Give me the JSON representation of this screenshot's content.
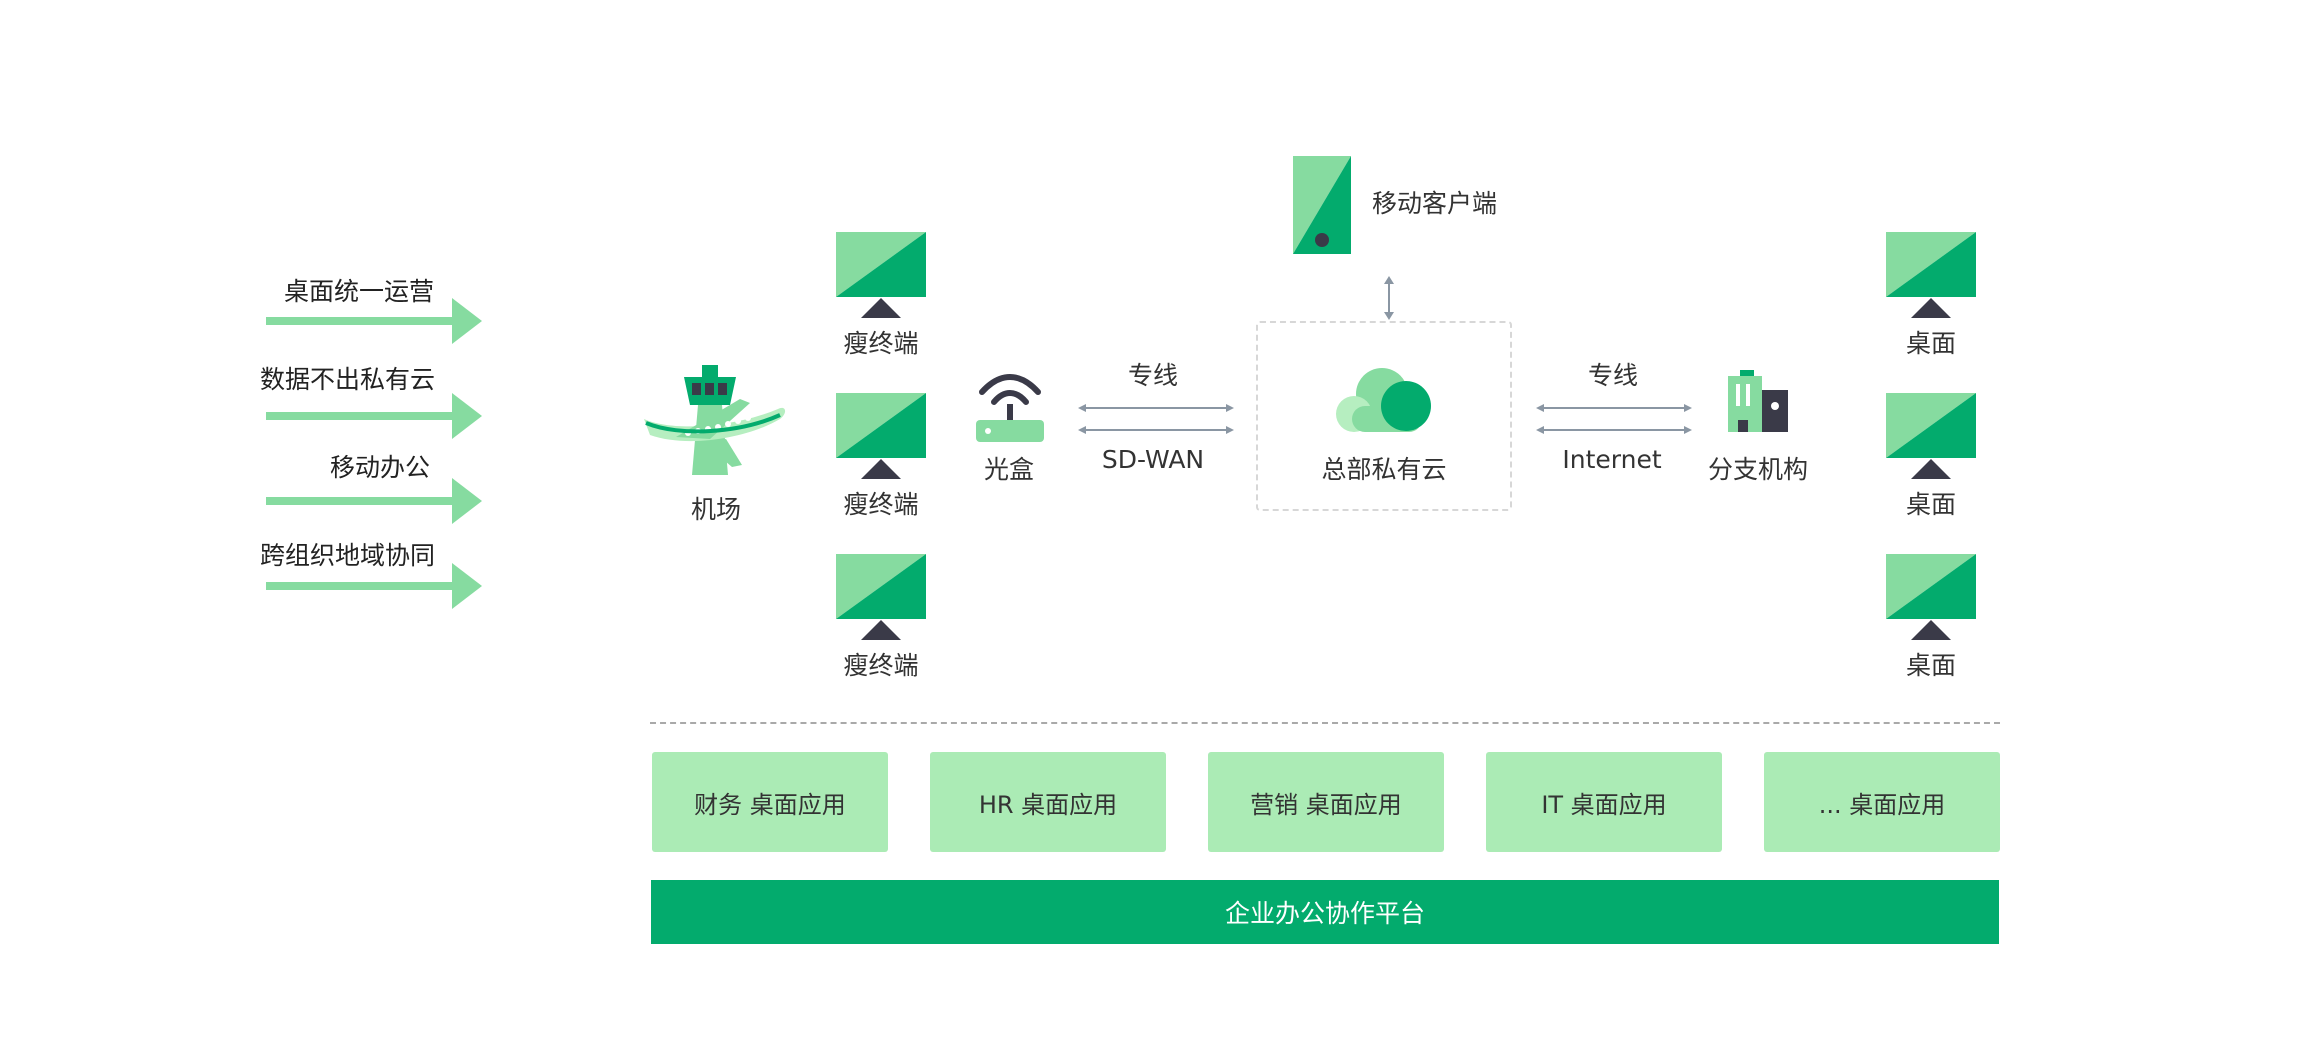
{
  "benefits": {
    "items": [
      "桌面统一运营",
      "数据不出私有云",
      "移动办公",
      "跨组织地域协同"
    ]
  },
  "airport": {
    "label": "机场"
  },
  "thin_clients": {
    "labels": [
      "瘦终端",
      "瘦终端",
      "瘦终端"
    ]
  },
  "optical_box": {
    "label": "光盒"
  },
  "link_left": {
    "top_label": "专线",
    "bottom_label": "SD-WAN"
  },
  "mobile_client": {
    "label": "移动客户端"
  },
  "hq_cloud": {
    "label": "总部私有云"
  },
  "link_right": {
    "top_label": "专线",
    "bottom_label": "Internet"
  },
  "branch": {
    "label": "分支机构"
  },
  "desktops": {
    "labels": [
      "桌面",
      "桌面",
      "桌面"
    ]
  },
  "apps": {
    "items": [
      "财务 桌面应用",
      "HR 桌面应用",
      "营销 桌面应用",
      "IT 桌面应用",
      "... 桌面应用"
    ]
  },
  "platform": {
    "label": "企业办公协作平台"
  },
  "colors": {
    "accent_dark": "#03ab6d",
    "accent_light": "#86dba0",
    "app_fill": "#abebb5",
    "icon_dark": "#3a3a48",
    "connector": "#8a96a3"
  },
  "icons": {
    "monitor": "monitor-icon",
    "airplane": "airplane-tower-icon",
    "router": "wifi-router-icon",
    "phone": "mobile-phone-icon",
    "cloud": "cloud-icon",
    "building": "building-icon",
    "arrow": "right-arrow-icon"
  }
}
